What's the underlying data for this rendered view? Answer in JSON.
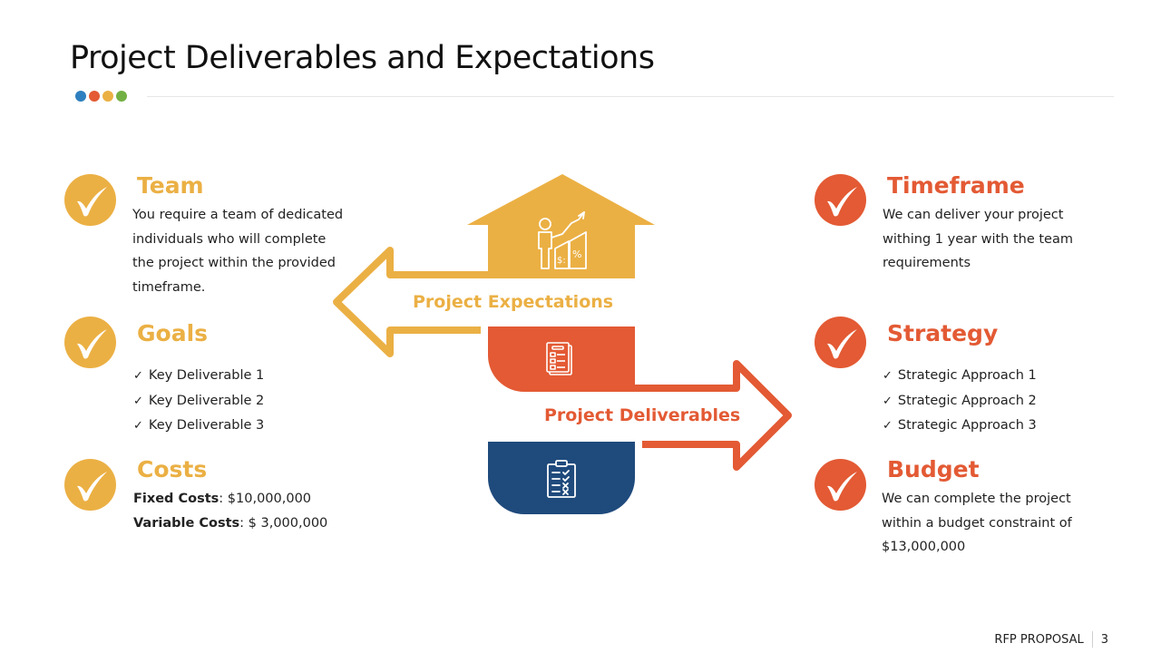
{
  "slide": {
    "title": "Project Deliverables and Expectations",
    "dots": [
      "#2e7fbf",
      "#e35a34",
      "#ebb044",
      "#72b043"
    ],
    "colors": {
      "yellow": "#ebb044",
      "orange": "#e35a34",
      "blue": "#1f4a7c",
      "text": "#222222"
    }
  },
  "left": {
    "team": {
      "heading": "Team",
      "lines": [
        "You require a team  of dedicated",
        "individuals who will complete",
        "the project within the provided",
        "timeframe."
      ]
    },
    "goals": {
      "heading": "Goals",
      "items": [
        "Key Deliverable 1",
        "Key Deliverable 2",
        "Key Deliverable 3"
      ]
    },
    "costs": {
      "heading": "Costs",
      "fixed_label": "Fixed Costs",
      "fixed_value": ": $10,000,000",
      "variable_label": "Variable Costs",
      "variable_value": ": $ 3,000,000"
    }
  },
  "right": {
    "timeframe": {
      "heading": "Timeframe",
      "lines": [
        "We can deliver your project",
        "withing 1 year with the team",
        "requirements"
      ]
    },
    "strategy": {
      "heading": "Strategy",
      "items": [
        "Strategic Approach 1",
        "Strategic Approach 2",
        "Strategic Approach 3"
      ]
    },
    "budget": {
      "heading": "Budget",
      "lines": [
        "We can complete  the project",
        "within a budget  constraint of",
        "$13,000,000"
      ]
    }
  },
  "center": {
    "expectations_label": "Project Expectations",
    "deliverables_label": "Project Deliverables",
    "icons": [
      "growth-chart-presenter-icon",
      "document-checklist-icon",
      "clipboard-checklist-icon"
    ]
  },
  "footer": {
    "label": "RFP PROPOSAL",
    "page": "3"
  }
}
